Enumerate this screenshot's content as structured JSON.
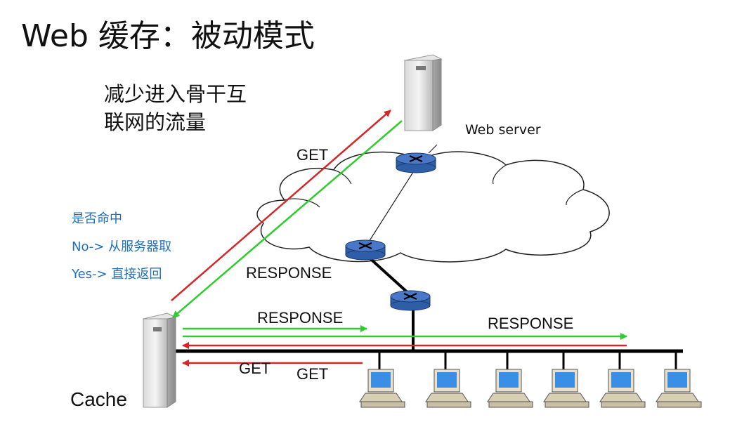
{
  "title": "Web 缓存：被动模式",
  "benefit_lines": [
    "减少进入骨干互",
    "联网的流量"
  ],
  "web_server_label": "Web server",
  "cache_label": "Cache",
  "notes": [
    "是否命中",
    "No-> 从服务器取",
    "Yes-> 直接返回"
  ],
  "flow_labels": {
    "get_top": "GET",
    "response_cloud": "RESPONSE",
    "response_left": "RESPONSE",
    "response_right": "RESPONSE",
    "get_bottom_left": "GET",
    "get_bottom_right": "GET"
  },
  "colors": {
    "request_arrow": "#d62728",
    "response_arrow": "#2ecc2e",
    "note_text": "#1f6fc0",
    "router": "#4a78c8"
  },
  "icons": {
    "server": "server-tower-icon",
    "router": "router-icon",
    "client": "desktop-computer-icon",
    "network": "cloud-icon"
  }
}
